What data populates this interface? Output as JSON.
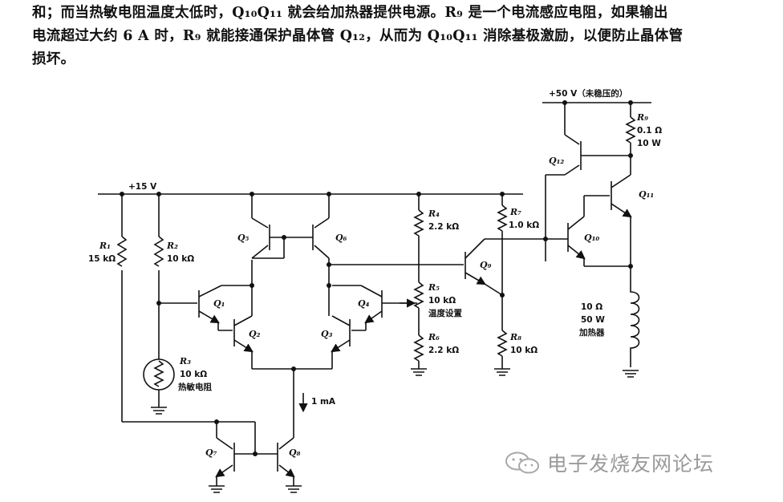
{
  "paragraph": {
    "line1": "和；而当热敏电阻温度太低时，Q₁₀Q₁₁ 就会给加热器提供电源。R₉ 是一个电流感应电阻，如果输出",
    "line2": "电流超过大约 6 A 时，R₉ 就能接通保护晶体管 Q₁₂，从而为 Q₁₀Q₁₁ 消除基极激励，以便防止晶体管",
    "line3": "损坏。"
  },
  "schematic": {
    "supply_15": "+15 V",
    "supply_50": "+50 V（未稳压的）",
    "r1_name": "R₁",
    "r1_value": "15 kΩ",
    "r2_name": "R₂",
    "r2_value": "10 kΩ",
    "r3_name": "R₃",
    "r3_value": "10 kΩ",
    "r3_desc": "热敏电阻",
    "r4_name": "R₄",
    "r4_value": "2.2 kΩ",
    "r5_name": "R₅",
    "r5_value": "10 kΩ",
    "r5_desc": "温度设置",
    "r6_name": "R₆",
    "r6_value": "2.2 kΩ",
    "r7_name": "R₇",
    "r7_value": "1.0 kΩ",
    "r8_name": "R₈",
    "r8_value": "10 kΩ",
    "r9_name": "R₉",
    "r9_value": "0.1 Ω",
    "r9_power": "10 W",
    "heater_value": "10 Ω",
    "heater_power": "50 W",
    "heater_desc": "加热器",
    "current_label": "1 mA",
    "q1": "Q₁",
    "q2": "Q₂",
    "q3": "Q₃",
    "q4": "Q₄",
    "q5": "Q₅",
    "q6": "Q₆",
    "q7": "Q₇",
    "q8": "Q₈",
    "q9": "Q₉",
    "q10": "Q₁₀",
    "q11": "Q₁₁",
    "q12": "Q₁₂"
  },
  "watermark": {
    "text": "电子发烧友网论坛",
    "icon": "wechat-logo"
  }
}
